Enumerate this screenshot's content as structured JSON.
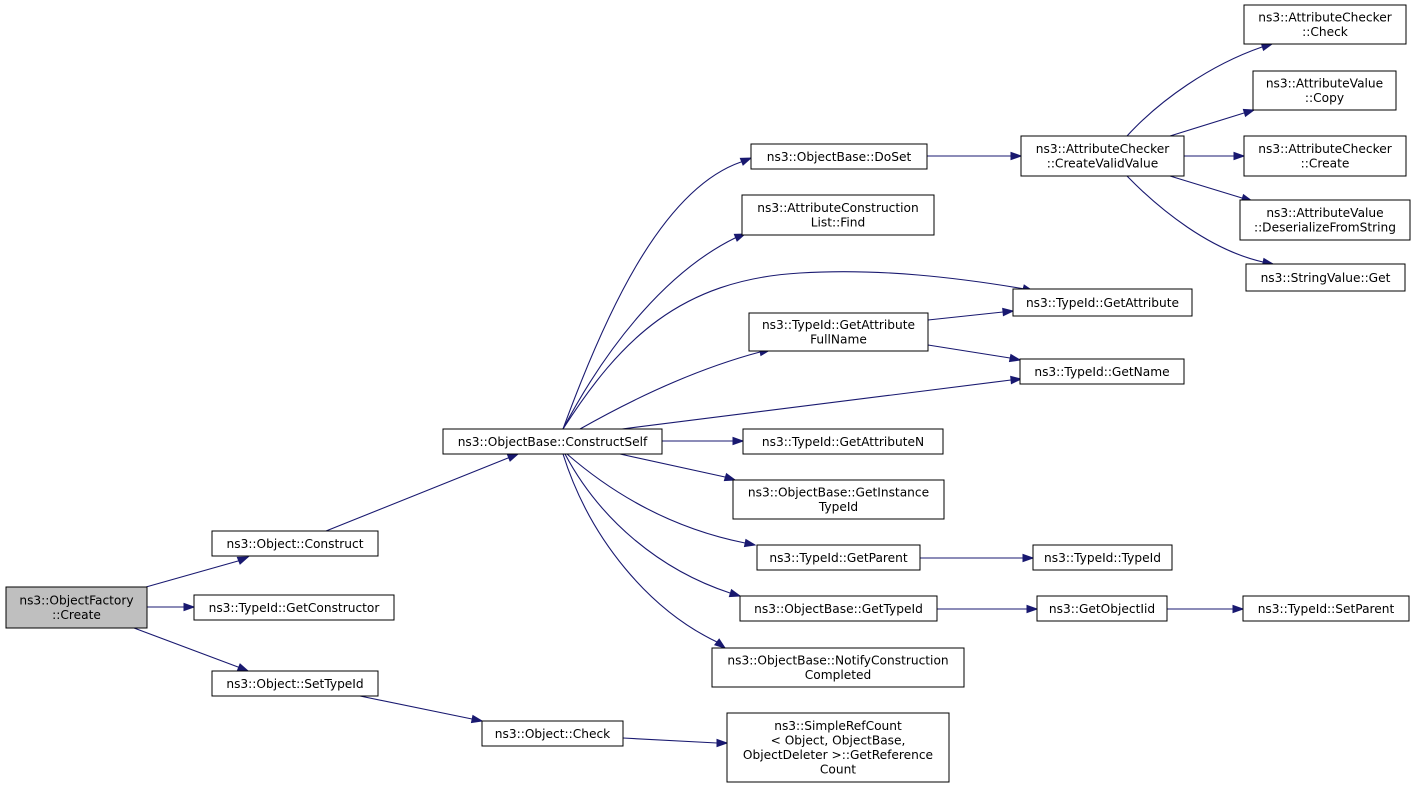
{
  "diagram": {
    "nodes": {
      "create": {
        "lines": [
          "ns3::ObjectFactory",
          "::Create"
        ],
        "root": true
      },
      "construct": {
        "lines": [
          "ns3::Object::Construct"
        ]
      },
      "getConstructor": {
        "lines": [
          "ns3::TypeId::GetConstructor"
        ]
      },
      "setTypeId": {
        "lines": [
          "ns3::Object::SetTypeId"
        ]
      },
      "constructSelf": {
        "lines": [
          "ns3::ObjectBase::ConstructSelf"
        ]
      },
      "check": {
        "lines": [
          "ns3::Object::Check"
        ]
      },
      "getRefCount": {
        "lines": [
          "ns3::SimpleRefCount",
          "< Object, ObjectBase,",
          "ObjectDeleter >::GetReference",
          "Count"
        ]
      },
      "doSet": {
        "lines": [
          "ns3::ObjectBase::DoSet"
        ]
      },
      "acFind": {
        "lines": [
          "ns3::AttributeConstruction",
          "List::Find"
        ]
      },
      "getAttrFullName": {
        "lines": [
          "ns3::TypeId::GetAttribute",
          "FullName"
        ]
      },
      "getAttributeN": {
        "lines": [
          "ns3::TypeId::GetAttributeN"
        ]
      },
      "getInstanceTypeId": {
        "lines": [
          "ns3::ObjectBase::GetInstance",
          "TypeId"
        ]
      },
      "getParent": {
        "lines": [
          "ns3::TypeId::GetParent"
        ]
      },
      "obGetTypeId": {
        "lines": [
          "ns3::ObjectBase::GetTypeId"
        ]
      },
      "notifyConstructionCompleted": {
        "lines": [
          "ns3::ObjectBase::NotifyConstruction",
          "Completed"
        ]
      },
      "createValidValue": {
        "lines": [
          "ns3::AttributeChecker",
          "::CreateValidValue"
        ]
      },
      "getAttribute": {
        "lines": [
          "ns3::TypeId::GetAttribute"
        ]
      },
      "getName": {
        "lines": [
          "ns3::TypeId::GetName"
        ]
      },
      "typeIdCtor": {
        "lines": [
          "ns3::TypeId::TypeId"
        ]
      },
      "getObjectIid": {
        "lines": [
          "ns3::GetObjectIid"
        ]
      },
      "acCheck": {
        "lines": [
          "ns3::AttributeChecker",
          "::Check"
        ]
      },
      "avCopy": {
        "lines": [
          "ns3::AttributeValue",
          "::Copy"
        ]
      },
      "acCreate": {
        "lines": [
          "ns3::AttributeChecker",
          "::Create"
        ]
      },
      "avDeserialize": {
        "lines": [
          "ns3::AttributeValue",
          "::DeserializeFromString"
        ]
      },
      "svGet": {
        "lines": [
          "ns3::StringValue::Get"
        ]
      },
      "setParent": {
        "lines": [
          "ns3::TypeId::SetParent"
        ]
      }
    },
    "edges": [
      [
        "create",
        "construct"
      ],
      [
        "create",
        "getConstructor"
      ],
      [
        "create",
        "setTypeId"
      ],
      [
        "construct",
        "constructSelf"
      ],
      [
        "setTypeId",
        "check"
      ],
      [
        "check",
        "getRefCount"
      ],
      [
        "constructSelf",
        "doSet"
      ],
      [
        "constructSelf",
        "acFind"
      ],
      [
        "constructSelf",
        "getAttribute"
      ],
      [
        "constructSelf",
        "getAttrFullName"
      ],
      [
        "constructSelf",
        "getName"
      ],
      [
        "constructSelf",
        "getAttributeN"
      ],
      [
        "constructSelf",
        "getInstanceTypeId"
      ],
      [
        "constructSelf",
        "getParent"
      ],
      [
        "constructSelf",
        "obGetTypeId"
      ],
      [
        "constructSelf",
        "notifyConstructionCompleted"
      ],
      [
        "doSet",
        "createValidValue"
      ],
      [
        "createValidValue",
        "acCheck"
      ],
      [
        "createValidValue",
        "avCopy"
      ],
      [
        "createValidValue",
        "acCreate"
      ],
      [
        "createValidValue",
        "avDeserialize"
      ],
      [
        "createValidValue",
        "svGet"
      ],
      [
        "getAttrFullName",
        "getAttribute"
      ],
      [
        "getAttrFullName",
        "getName"
      ],
      [
        "getParent",
        "typeIdCtor"
      ],
      [
        "obGetTypeId",
        "getObjectIid"
      ],
      [
        "getObjectIid",
        "setParent"
      ]
    ]
  }
}
